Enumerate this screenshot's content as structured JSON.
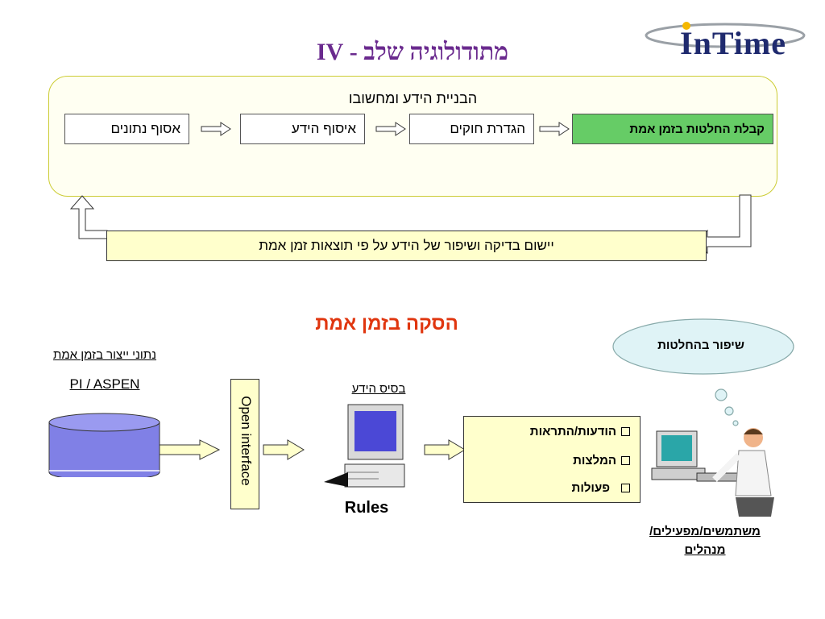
{
  "logo": {
    "text": "InTime"
  },
  "slide_title": "מתודולוגיה שלב - IV",
  "top": {
    "header": "הבניית הידע ומחשובו",
    "steps": [
      "אסוף נתונים",
      "איסוף הידע",
      "הגדרת חוקים",
      "קבלת החלטות בזמן אמת"
    ],
    "feedback": "יישום בדיקה ושיפור של הידע על פי תוצאות זמן אמת"
  },
  "bottom": {
    "title": "הסקה בזמן אמת",
    "db_label": "נתוני ייצור בזמן אמת",
    "db_system": "PI / ASPEN",
    "interface": "Open interface",
    "kb_label": "בסיס הידע",
    "rules": "Rules",
    "outputs": [
      "הודעות/התראות",
      "המלצות",
      "פעולות"
    ],
    "cloud": "שיפור בהחלטות",
    "users_line1": "משתמשים/מפעילים/",
    "users_line2": "מנהלים"
  },
  "colors": {
    "title": "#6a2a8e",
    "red_title": "#e0360f",
    "green_box": "#66cc66",
    "yellow_box": "#ffffcc",
    "db": "#8080e6",
    "cloud": "#dff3f6"
  }
}
